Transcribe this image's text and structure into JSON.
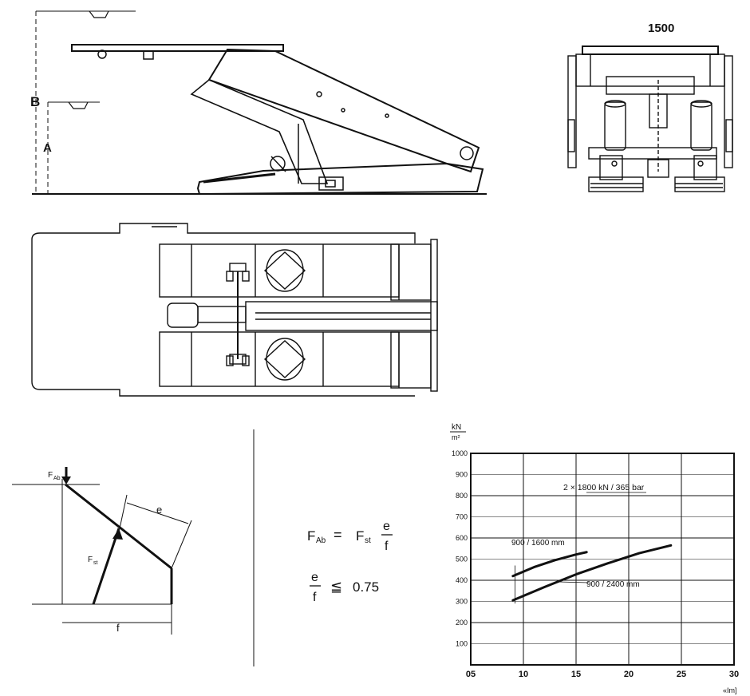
{
  "side_view": {
    "dim_a": "A",
    "dim_b": "B"
  },
  "front_view": {
    "width_label": "1500"
  },
  "force_diagram": {
    "label_top_force": "F",
    "label_top_sub": "Ab",
    "label_strut_force": "F",
    "label_strut_sub": "st",
    "label_e": "e",
    "label_f": "f"
  },
  "formula": {
    "lhs_F": "F",
    "lhs_sub": "Ab",
    "equals": "=",
    "rhs_F": "F",
    "rhs_sub": "st",
    "num": "e",
    "den": "f",
    "ratio_num": "e",
    "ratio_den": "f",
    "leq": "≦",
    "limit": "0.75"
  },
  "chart_data": {
    "type": "line",
    "unit_num": "kN",
    "unit_den": "m²",
    "x_ticks": [
      "05",
      "10",
      "15",
      "20",
      "25",
      "30"
    ],
    "y_ticks": [
      "100",
      "200",
      "300",
      "400",
      "500",
      "600",
      "700",
      "800",
      "900",
      "1000"
    ],
    "xlim": [
      5,
      30
    ],
    "ylim": [
      0,
      1000
    ],
    "series": [
      {
        "name": "900 / 1600 mm",
        "x": [
          9,
          11,
          13,
          15,
          16
        ],
        "y": [
          420,
          462,
          495,
          522,
          533
        ]
      },
      {
        "name": "900 / 2400 mm",
        "x": [
          9,
          12,
          15,
          18,
          21,
          24
        ],
        "y": [
          305,
          368,
          428,
          480,
          528,
          565
        ]
      }
    ],
    "annotation": "2 × 1800 kN / 365 bar"
  },
  "footer": {
    "code": "«Im]"
  }
}
